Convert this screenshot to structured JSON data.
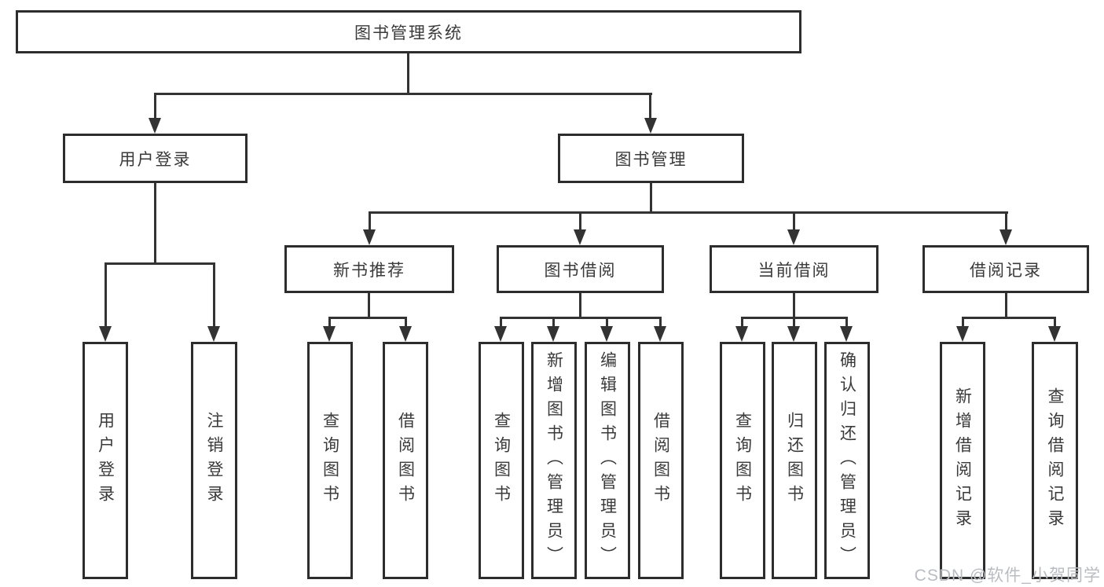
{
  "diagram": {
    "root": {
      "label": "图书管理系统"
    },
    "level2": [
      {
        "label": "用户登录",
        "children": [
          {
            "label": "用户登录"
          },
          {
            "label": "注销登录"
          }
        ]
      },
      {
        "label": "图书管理",
        "children": [
          {
            "label": "新书推荐",
            "children": [
              {
                "label": "查询图书"
              },
              {
                "label": "借阅图书"
              }
            ]
          },
          {
            "label": "图书借阅",
            "children": [
              {
                "label": "查询图书"
              },
              {
                "label": "新增图书（管理员）"
              },
              {
                "label": "编辑图书（管理员）"
              },
              {
                "label": "借阅图书"
              }
            ]
          },
          {
            "label": "当前借阅",
            "children": [
              {
                "label": "查询图书"
              },
              {
                "label": "归还图书"
              },
              {
                "label": "确认归还（管理员）"
              }
            ]
          },
          {
            "label": "借阅记录",
            "children": [
              {
                "label": "新增借阅记录"
              },
              {
                "label": "查询借阅记录"
              }
            ]
          }
        ]
      }
    ]
  },
  "watermark": {
    "text": "CSDN @软件_小贺同学"
  },
  "colors": {
    "line": "#333333",
    "box_border": "#2d2d2d",
    "box_fill": "#ffffff",
    "text": "#3a3a3a",
    "watermark": "#b9bcc0",
    "background": "#ffffff"
  }
}
